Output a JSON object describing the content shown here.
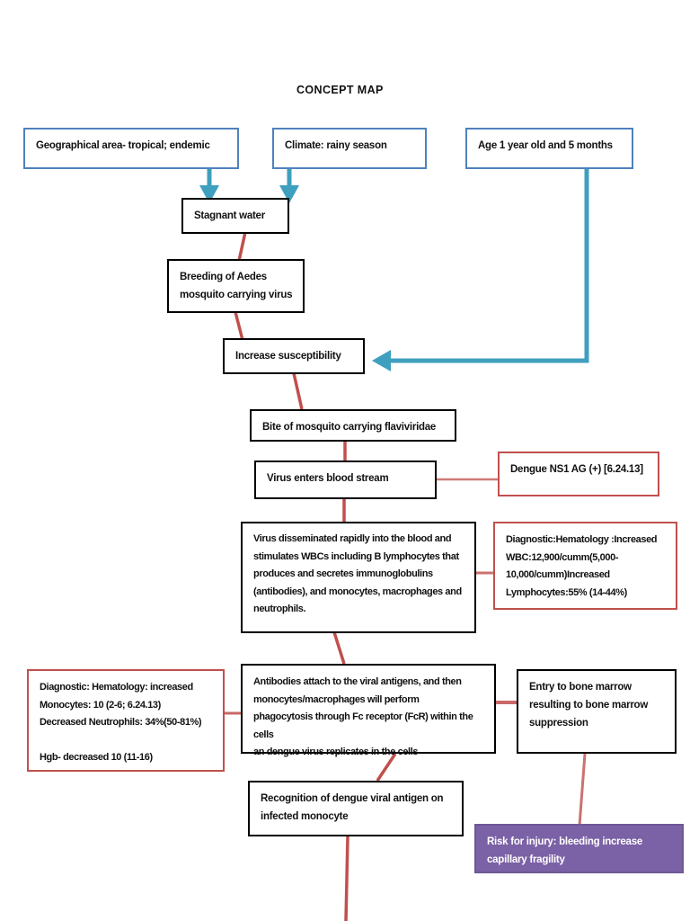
{
  "page": {
    "title": "CONCEPT MAP",
    "background": "#ffffff"
  },
  "colors": {
    "blue_border": "#4f81bd",
    "blue_arrow": "#3f9fbf",
    "black_border": "#000000",
    "red_border": "#c0504d",
    "red_connector": "#c0504d",
    "purple_fill": "#7b61a5",
    "purple_text": "#ffffff"
  },
  "nodes": {
    "geographical_area": {
      "label": "Geographical area- tropical; endemic",
      "style": "blue"
    },
    "climate": {
      "label": "Climate: rainy season",
      "style": "blue"
    },
    "age": {
      "label": "Age 1 year old and 5 months",
      "style": "blue"
    },
    "stagnant_water": {
      "label": "Stagnant water",
      "style": "black"
    },
    "breeding": {
      "line1": "Breeding of Aedes",
      "line2": "mosquito carrying virus",
      "style": "black"
    },
    "increase_susceptibility": {
      "label": "Increase susceptibility",
      "style": "black"
    },
    "bite_mosquito": {
      "label": "Bite of mosquito carrying flaviviridae",
      "style": "black"
    },
    "virus_enters": {
      "label": "Virus enters blood stream",
      "style": "black"
    },
    "dengue_ns1": {
      "label": "Dengue NS1 AG (+) [6.24.13]",
      "style": "red"
    },
    "virus_disseminated": {
      "line1": "Virus disseminated rapidly into the blood and",
      "line2": "stimulates WBCs including B lymphocytes that",
      "line3": "produces and secretes immunoglobulins",
      "line4": "(antibodies), and monocytes, macrophages and",
      "line5": "neutrophils.",
      "style": "black"
    },
    "hematology_right": {
      "line1": "Diagnostic:Hematology :Increased",
      "line2": "WBC:12,900/cumm(5,000-",
      "line3": "10,000/cumm)Increased",
      "line4": "Lymphocytes:55% (14-44%)",
      "style": "red"
    },
    "hematology_left": {
      "line1": "Diagnostic: Hematology: increased",
      "line2": "Monocytes: 10 (2-6; 6.24.13)",
      "line3": "Decreased Neutrophils: 34%(50-81%)",
      "line4": "",
      "line5": "Hgb- decreased 10 (11-16)",
      "style": "red"
    },
    "antibodies_attach": {
      "line1": "Antibodies attach to the viral antigens, and then",
      "line2": "monocytes/macrophages will perform",
      "line3": "phagocytosis through Fc receptor (FcR) within the cells",
      "line4": "an dengue virus replicates in the cells",
      "style": "black"
    },
    "bone_marrow": {
      "line1": "Entry to bone marrow",
      "line2": "resulting to bone marrow",
      "line3": "suppression",
      "style": "black"
    },
    "recognition": {
      "line1": "Recognition of dengue viral antigen on",
      "line2": "infected monocyte",
      "style": "black"
    },
    "risk_injury": {
      "line1": "Risk for injury: bleeding increase",
      "line2": "capillary fragility",
      "style": "purple"
    }
  }
}
